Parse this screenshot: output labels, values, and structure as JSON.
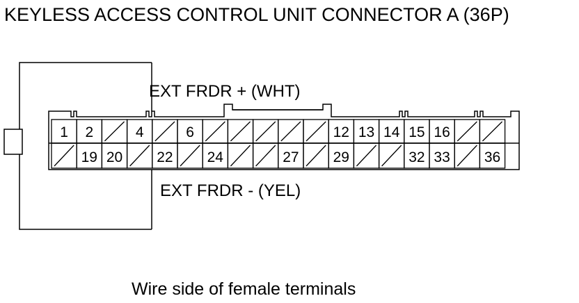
{
  "title": "KEYLESS ACCESS CONTROL UNIT CONNECTOR A (36P)",
  "caption": "Wire side of female terminals",
  "callouts": {
    "upper": "EXT FRDR +  (WHT)",
    "lower": "EXT FRDR -  (YEL)"
  },
  "connector": {
    "pins": 36,
    "row_top": [
      "1",
      "2",
      "",
      "4",
      "",
      "6",
      "",
      "",
      "",
      "",
      "",
      "12",
      "13",
      "14",
      "15",
      "16",
      "",
      ""
    ],
    "row_bottom": [
      "",
      "19",
      "20",
      "",
      "22",
      "",
      "24",
      "",
      "",
      "27",
      "",
      "29",
      "",
      "",
      "32",
      "33",
      "",
      "36"
    ],
    "empty_symbol": "slash"
  },
  "colors": {
    "line": "#000000",
    "background": "#ffffff"
  }
}
